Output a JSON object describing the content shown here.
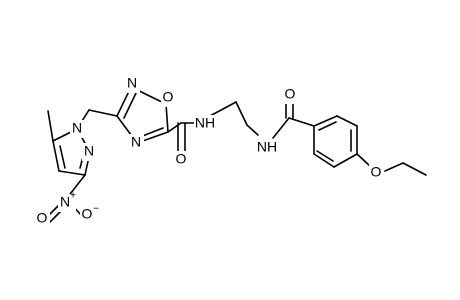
{
  "molecule": {
    "atoms": {
      "oxadiazole_o": "O",
      "oxadiazole_n2": "N",
      "oxadiazole_n4": "N",
      "pyrazole_n1": "N",
      "pyrazole_n2": "N",
      "nitro_n": "N",
      "nitro_o_double": "O",
      "nitro_o_single": "O",
      "amide1_nh": "NH",
      "amide1_o": "O",
      "amide2_nh": "NH",
      "amide2_o": "O",
      "ether_o": "O"
    },
    "charges": {
      "nitro_n": "+",
      "nitro_o_single": "−"
    }
  }
}
